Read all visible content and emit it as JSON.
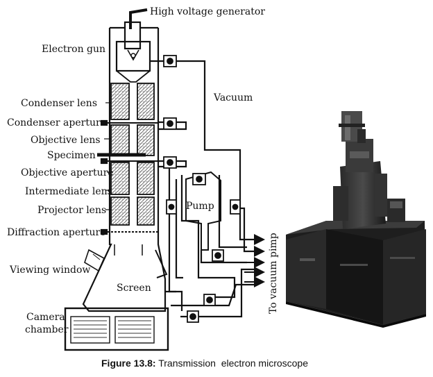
{
  "diagram": {
    "labels": {
      "high_voltage_generator": "High voltage generator",
      "electron_gun": "Electron gun",
      "vacuum": "Vacuum",
      "condenser_lens": "Condenser lens",
      "condenser_aperture": "Condenser aperture",
      "objective_lens": "Objective lens",
      "specimen": "Specimen",
      "objective_aperture": "Objective aperture",
      "intermediate_lens": "Intermediate lens",
      "projector_lens": "Projector lens",
      "diffraction_aperture": "Diffraction aperture",
      "viewing_window": "Viewing window",
      "screen": "Screen",
      "camera": "Camera",
      "chamber": "chamber",
      "pump": "Pump",
      "to_vacuum_pump": "To vacuum pimp"
    }
  },
  "caption": {
    "prefix": "Figure 13.8:",
    "text": " Transmission  electron microscope"
  },
  "colors": {
    "ink": "#111111",
    "hatch": "#555555",
    "photo_dark": "#1c1c1c",
    "photo_mid": "#3a3a3a"
  }
}
